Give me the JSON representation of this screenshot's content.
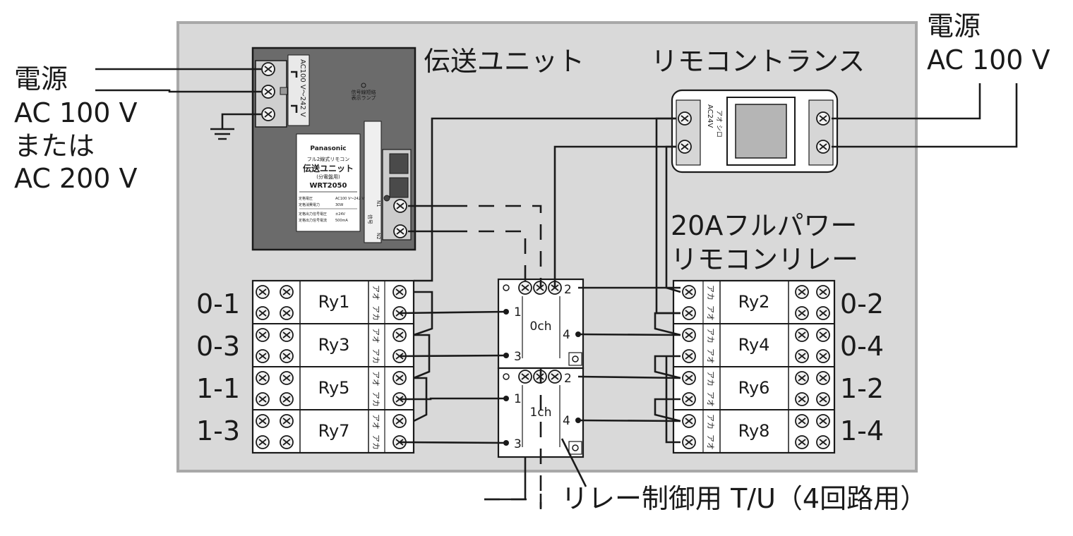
{
  "labels": {
    "power_left": [
      "電源",
      "AC 100 V",
      "または",
      "AC 200 V"
    ],
    "power_right": [
      "電源",
      "AC 100 V"
    ],
    "transmission_unit": "伝送ユニット",
    "remote_transformer": "リモコントランス",
    "relay_title": [
      "20Aフルパワー",
      "リモコンリレー"
    ],
    "relay_tu": "リレー制御用 T/U（4回路用）"
  },
  "transmission_unit": {
    "brand": "Panasonic",
    "subtitle": "フル2線式リモコン",
    "name": "伝送ユニット",
    "type": "(分電盤用)",
    "model": "WRT2050",
    "voltage_range": "AC100 V〜242 V",
    "lamp_label": [
      "信号線短絡",
      "表示ランプ"
    ],
    "specs": [
      [
        "定格電圧",
        "AC100 V〜242 V"
      ],
      [
        "定格消費電力",
        "30W"
      ],
      [
        "定格出力信号電圧",
        "±24V"
      ],
      [
        "定格出力信号電流",
        "500mA"
      ]
    ],
    "signal_label": "信号",
    "n1": "N1",
    "n2": "N2"
  },
  "transformer": {
    "terminal_label": [
      "AC24V",
      "アオ シロ"
    ]
  },
  "left_relays": [
    {
      "id": "0-1",
      "name": "Ry1"
    },
    {
      "id": "0-3",
      "name": "Ry3"
    },
    {
      "id": "1-1",
      "name": "Ry5"
    },
    {
      "id": "1-3",
      "name": "Ry7"
    }
  ],
  "right_relays": [
    {
      "id": "0-2",
      "name": "Ry2"
    },
    {
      "id": "0-4",
      "name": "Ry4"
    },
    {
      "id": "1-2",
      "name": "Ry6"
    },
    {
      "id": "1-4",
      "name": "Ry8"
    }
  ],
  "relay_wire_labels": [
    "アオ",
    "アカ"
  ],
  "tu_channels": [
    {
      "name": "0ch",
      "pins": [
        "1",
        "2",
        "3",
        "4"
      ]
    },
    {
      "name": "1ch",
      "pins": [
        "1",
        "2",
        "3",
        "4"
      ]
    }
  ]
}
